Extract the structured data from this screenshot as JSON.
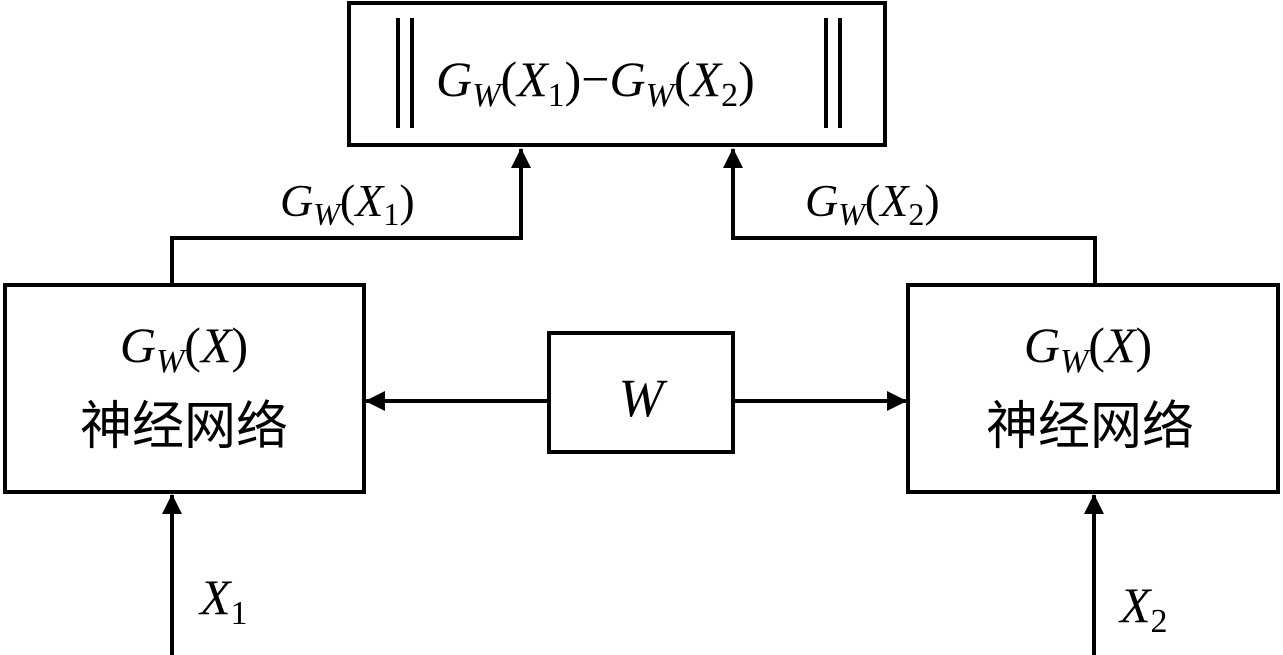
{
  "diagram": {
    "distance_box": {
      "left_sym": "G",
      "left_sub": "W",
      "left_open": "(",
      "left_var": "X",
      "left_var_sub": "1",
      "left_close": ")",
      "minus": "−",
      "right_sym": "G",
      "right_sub": "W",
      "right_open": "(",
      "right_var": "X",
      "right_var_sub": "2",
      "right_close": ")"
    },
    "left_output_label": {
      "sym": "G",
      "sub": "W",
      "open": "(",
      "var": "X",
      "var_sub": "1",
      "close": ")"
    },
    "right_output_label": {
      "sym": "G",
      "sub": "W",
      "open": "(",
      "var": "X",
      "var_sub": "2",
      "close": ")"
    },
    "left_network": {
      "sym": "G",
      "sub": "W",
      "open": "(",
      "var": "X",
      "close": ")",
      "name": "神经网络"
    },
    "right_network": {
      "sym": "G",
      "sub": "W",
      "open": "(",
      "var": "X",
      "close": ")",
      "name": "神经网络"
    },
    "weights_box": {
      "label": "W"
    },
    "left_input": {
      "var": "X",
      "sub": "1"
    },
    "right_input": {
      "var": "X",
      "sub": "2"
    }
  }
}
